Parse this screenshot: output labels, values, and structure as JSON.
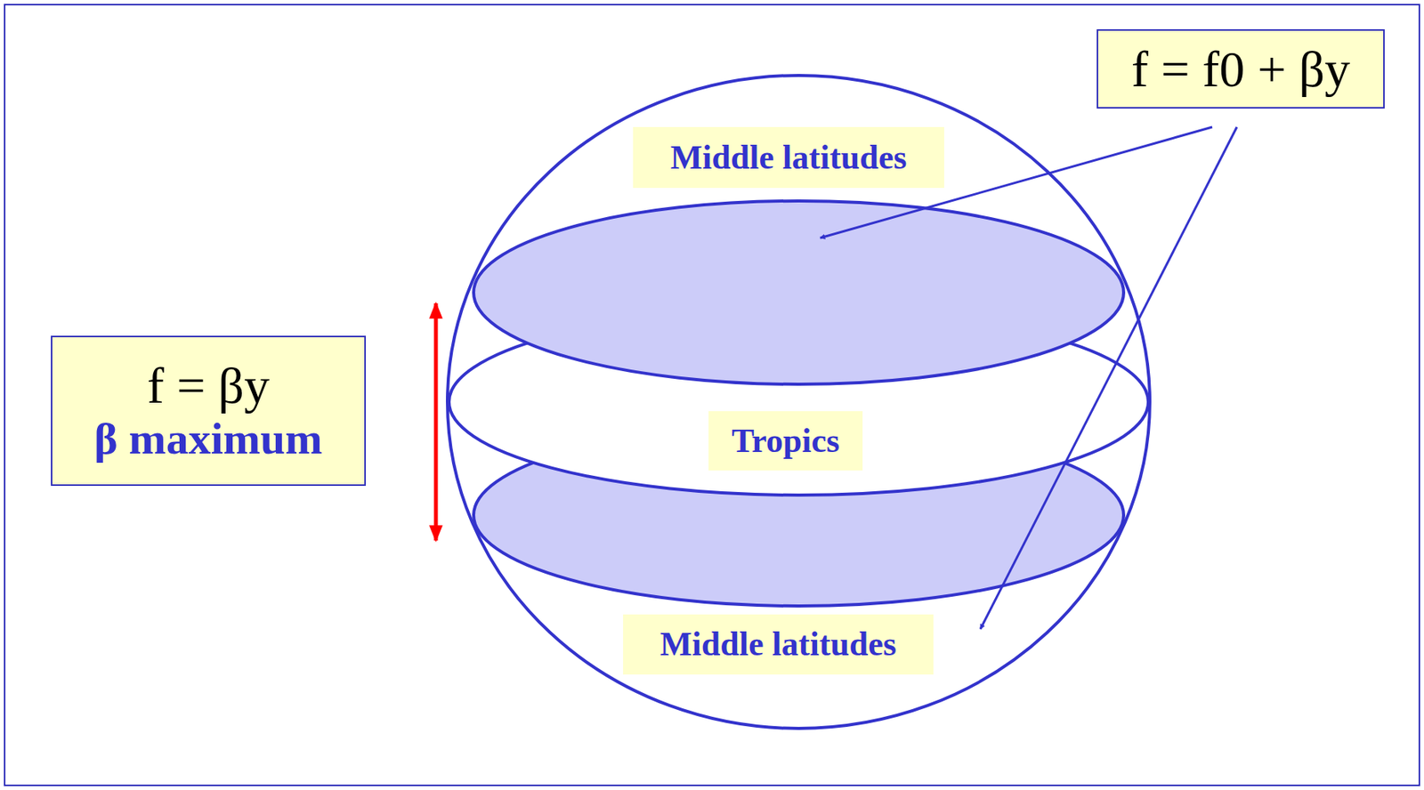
{
  "diagram": {
    "nodes": [
      {
        "text": [
          "f = f0 + βy"
        ]
      },
      {
        "text": [
          "Middle latitudes"
        ]
      },
      {
        "text": [
          "f = βy",
          "β maximum"
        ]
      },
      {
        "text": [
          "Tropics"
        ]
      },
      {
        "text": [
          "Middle latitudes"
        ]
      }
    ]
  }
}
